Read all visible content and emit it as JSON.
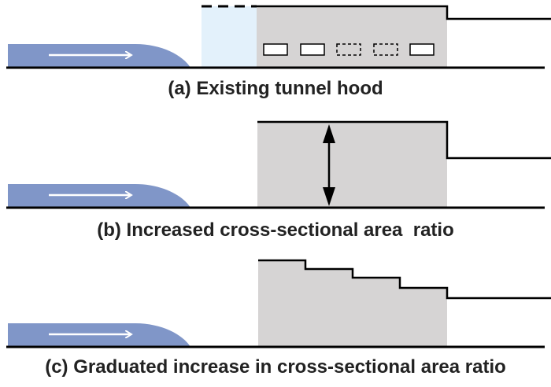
{
  "captions": {
    "a": "(a) Existing tunnel hood",
    "b": "(b) Increased cross-sectional area  ratio",
    "c": "(c) Graduated increase in cross-sectional area ratio"
  },
  "colors": {
    "train": "#8096c8",
    "hood_fill": "#d6d4d4",
    "opening_fill": "#e3f1fb",
    "line": "#000000",
    "arrow": "#ffffff",
    "text": "#222222"
  }
}
